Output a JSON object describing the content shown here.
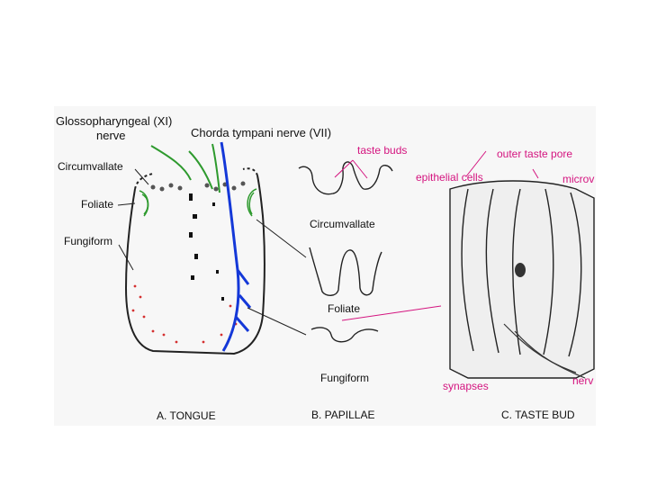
{
  "colors": {
    "background": "#f7f7f7",
    "nerve_blue": "#1438d8",
    "nerve_green": "#2e9a2e",
    "callout_magenta": "#d4147f",
    "outline": "#222222"
  },
  "icons": [
    "tongue-outline",
    "papilla-cross-section",
    "taste-bud-cross-section"
  ],
  "labels": {
    "glossopharyngeal_line1": "Glossopharyngeal (XI)",
    "glossopharyngeal_line2": "nerve",
    "chorda_tympani": "Chorda tympani nerve (VII)",
    "circumvallate_left": "Circumvallate",
    "foliate_left": "Foliate",
    "fungiform_left": "Fungiform",
    "taste_buds": "taste buds",
    "epithelial_cells": "epithelial cells",
    "outer_taste_pore": "outer taste pore",
    "microv": "microv",
    "circumvallate_center": "Circumvallate",
    "foliate_center": "Foliate",
    "fungiform_center": "Fungiform",
    "synapses": "synapses",
    "nerve": "nerv",
    "panel_a": "A.  TONGUE",
    "panel_b": "B. PAPILLAE",
    "panel_c": "C. TASTE BUD"
  }
}
